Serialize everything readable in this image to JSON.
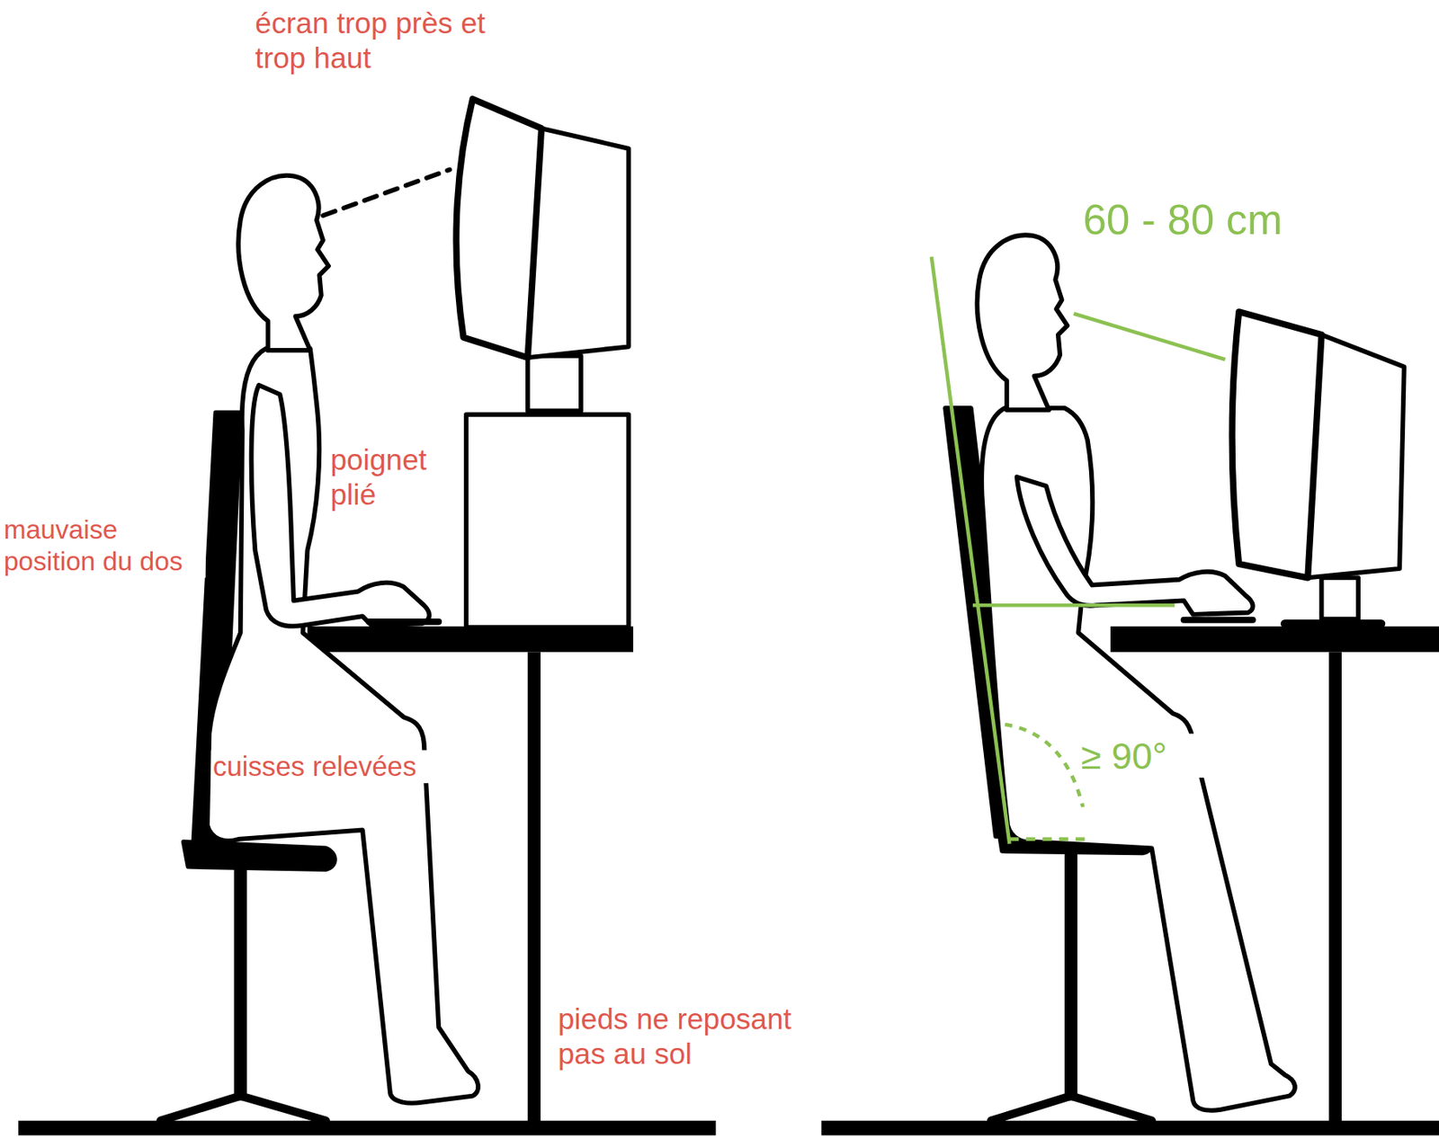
{
  "diagram": {
    "labels": [
      "écran trop près et trop haut",
      "poignet plié",
      "mauvaise position du dos",
      "cuisses relevées",
      "pieds ne reposant pas au sol",
      "60 - 80 cm",
      "≥ 90°"
    ]
  }
}
